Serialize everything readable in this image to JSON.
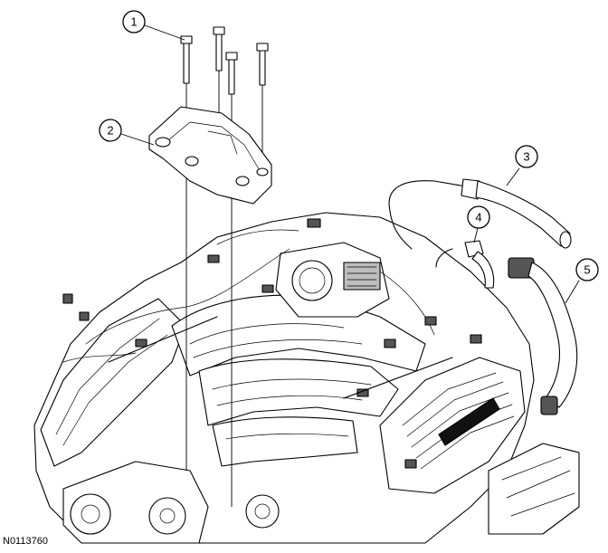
{
  "figure_id": "N0113760",
  "callouts": [
    {
      "number": "1",
      "part": "bolts"
    },
    {
      "number": "2",
      "part": "bracket"
    },
    {
      "number": "3",
      "part": "hose"
    },
    {
      "number": "4",
      "part": "clamp"
    },
    {
      "number": "5",
      "part": "tube"
    }
  ]
}
